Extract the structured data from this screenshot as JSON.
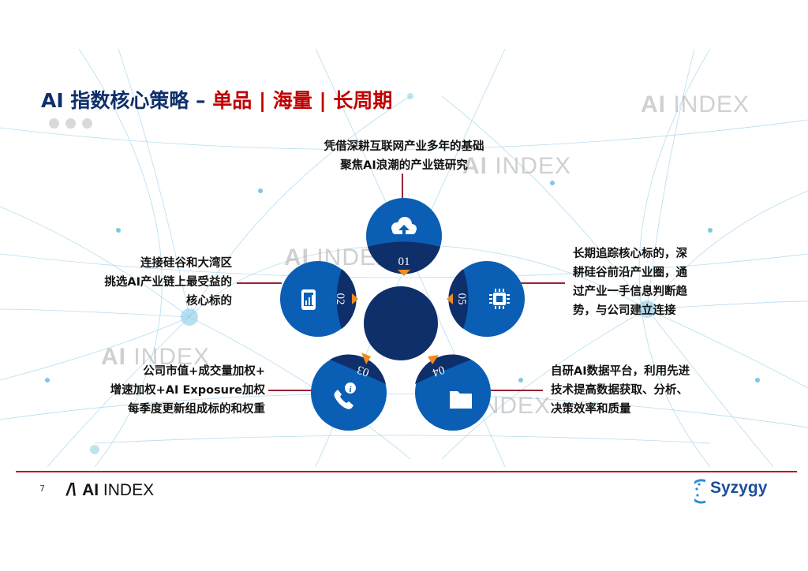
{
  "title": {
    "main": "AI 指数核心策略 – ",
    "accent": "单品 | 海量 | 长周期"
  },
  "watermark": {
    "prefix": "AI",
    "suffix": "INDEX"
  },
  "petals": [
    {
      "number": "01",
      "icon": "cloud-upload-icon"
    },
    {
      "number": "02",
      "icon": "tablet-chart-icon"
    },
    {
      "number": "03",
      "icon": "phone-info-icon"
    },
    {
      "number": "04",
      "icon": "folder-icon"
    },
    {
      "number": "05",
      "icon": "chip-icon"
    }
  ],
  "callouts": {
    "top": [
      "凭借深耕互联网产业多年的基础",
      "聚焦AI浪潮的产业链研究"
    ],
    "left_upper": [
      "连接硅谷和大湾区",
      "挑选AI产业链上最受益的",
      "核心标的"
    ],
    "left_lower": [
      "公司市值+成交量加权+",
      "增速加权+AI Exposure加权",
      "每季度更新组成标的和权重"
    ],
    "right_upper": [
      "长期追踪核心标的，深",
      "耕硅谷前沿产业圈，通",
      "过产业一手信息判断趋",
      "势，与公司建立连接"
    ],
    "right_lower": [
      "自研AI数据平台，利用先进",
      "技术提高数据获取、分析、",
      "决策效率和质量"
    ]
  },
  "footer": {
    "page_number": "7",
    "logo_prefix": "AI",
    "logo_suffix": "INDEX",
    "brand": "Syzygy"
  },
  "colors": {
    "navy": "#0f2f6b",
    "blue": "#0a5fb4",
    "red": "#c00000",
    "orange": "#f08c1e"
  }
}
